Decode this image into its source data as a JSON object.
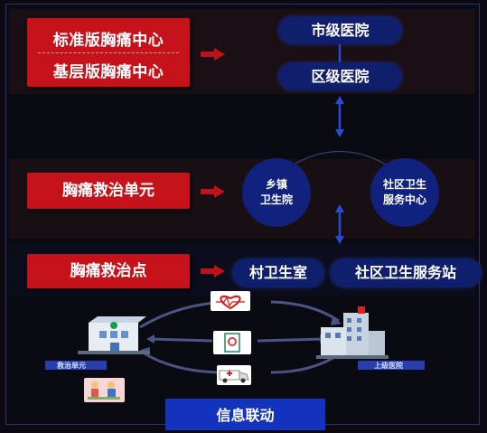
{
  "left_labels": {
    "standard_center": "标准版胸痛中心",
    "basic_center": "基层版胸痛中心",
    "treatment_unit": "胸痛救治单元",
    "treatment_point": "胸痛救治点"
  },
  "right_nodes": {
    "city_hospital": "市级医院",
    "district_hospital": "区级医院",
    "township_line1": "乡镇",
    "township_line2": "卫生院",
    "community_line1": "社区卫生",
    "community_line2": "服务中心",
    "village_clinic": "村卫生室",
    "community_station": "社区卫生服务站"
  },
  "bottom": {
    "left_label": "救治单元",
    "right_label": "上级医院",
    "info_link": "信息联动"
  },
  "colors": {
    "red_box": "#c6121b",
    "blue_pill": "#0f1f6b",
    "blue_circle": "#10217e",
    "info_bar": "#1333bf"
  }
}
